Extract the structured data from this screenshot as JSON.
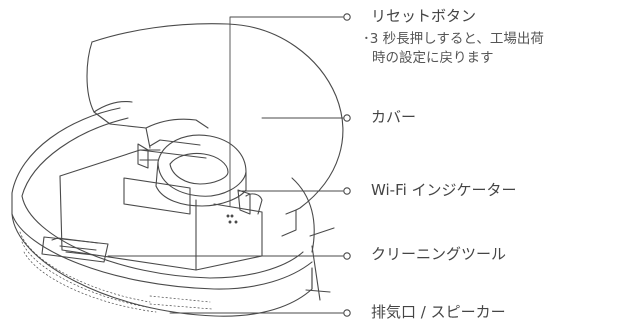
{
  "callouts": {
    "reset_button": "リセットボタン",
    "reset_note_line1": "･3 秒長押しすると、工場出荷",
    "reset_note_line2": "時の設定に戻ります",
    "cover": "カバー",
    "wifi_indicator": "Wi-Fi インジケーター",
    "cleaning_tool": "クリーニングツール",
    "vent_speaker": "排気口 / スピーカー"
  },
  "style": {
    "line_color": "#4a4a4a",
    "text_color": "#454545"
  }
}
